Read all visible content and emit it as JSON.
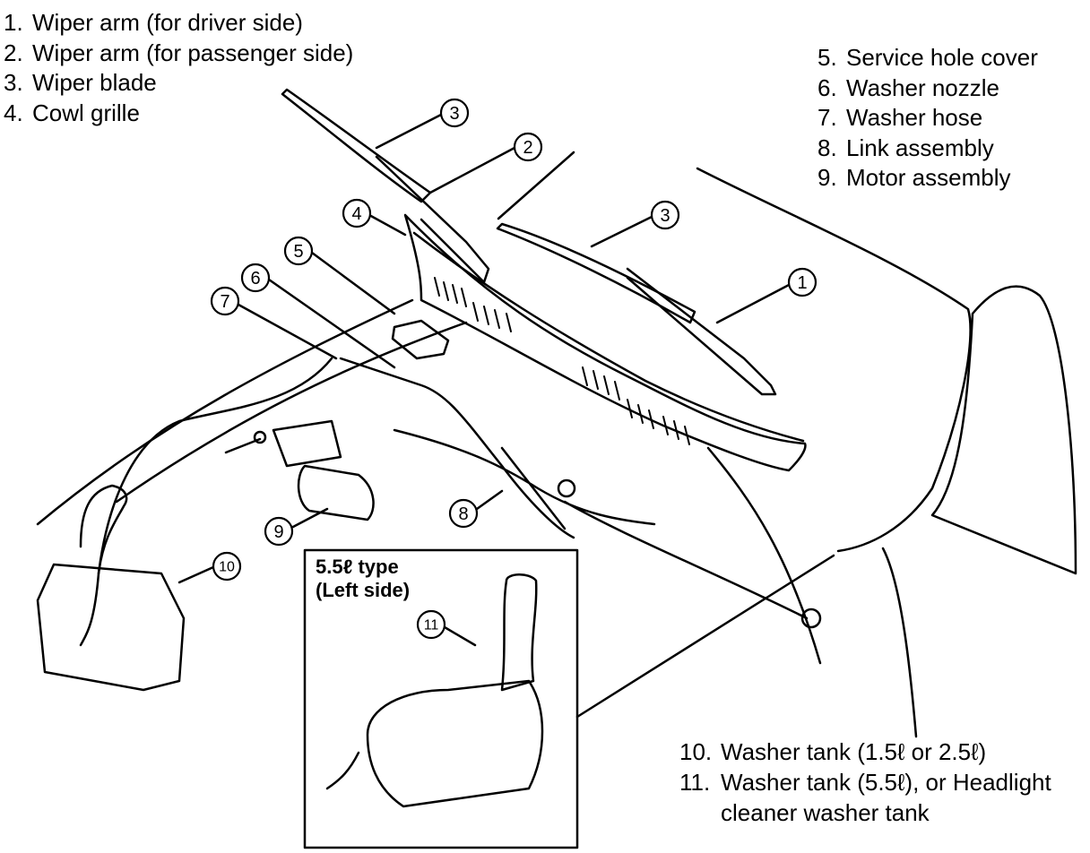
{
  "legend_left": [
    {
      "num": "1.",
      "text": "Wiper arm (for driver side)"
    },
    {
      "num": "2.",
      "text": "Wiper arm (for passenger side)"
    },
    {
      "num": "3.",
      "text": "Wiper blade"
    },
    {
      "num": "4.",
      "text": "Cowl grille"
    }
  ],
  "legend_right": [
    {
      "num": "5.",
      "text": "Service hole cover"
    },
    {
      "num": "6.",
      "text": "Washer nozzle"
    },
    {
      "num": "7.",
      "text": "Washer hose"
    },
    {
      "num": "8.",
      "text": "Link assembly"
    },
    {
      "num": "9.",
      "text": "Motor assembly"
    }
  ],
  "legend_bottom": [
    {
      "num": "10.",
      "text": "Washer tank (1.5ℓ or 2.5ℓ)"
    },
    {
      "num": "11.",
      "text": "Washer tank (5.5ℓ), or Headlight cleaner washer tank"
    }
  ],
  "callouts": {
    "c1": "1",
    "c2": "2",
    "c3a": "3",
    "c3b": "3",
    "c4": "4",
    "c5": "5",
    "c6": "6",
    "c7": "7",
    "c8": "8",
    "c9": "9",
    "c10": "10",
    "c11": "11"
  },
  "inset": {
    "caption_line1": "5.5ℓ type",
    "caption_line2": "(Left side)"
  }
}
